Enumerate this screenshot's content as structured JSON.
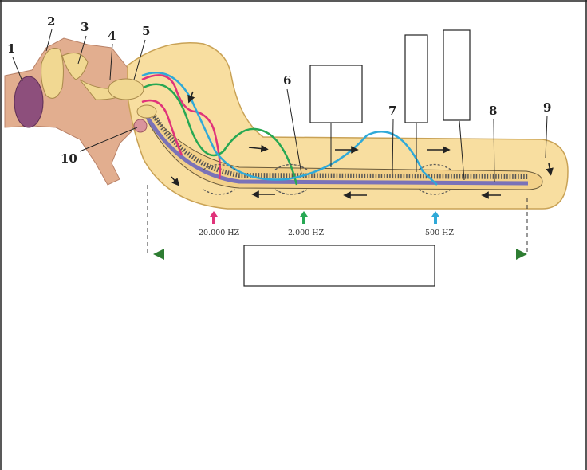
{
  "labels": {
    "n1": "1",
    "n2": "2",
    "n3": "3",
    "n4": "4",
    "n5": "5",
    "n6": "6",
    "n7": "7",
    "n8": "8",
    "n9": "9",
    "n10": "10"
  },
  "frequencies": {
    "high": {
      "text": "20.000 HZ",
      "color": "#e0337a"
    },
    "mid": {
      "text": "2.000 HZ",
      "color": "#27a853"
    },
    "low": {
      "text": "500 HZ",
      "color": "#2fa9d8"
    }
  },
  "colors": {
    "cochlea_fill": "#f8dea0",
    "cochlea_stroke": "#c9a255",
    "ear_canal": "#e2ae8f",
    "ossicles": "#f1d892",
    "eardrum": "#8d4f7c",
    "basilar_membrane": "#7a72b8",
    "arrow_left_start": "#2e7d32",
    "arrow_right_end": "#2e7d32",
    "arrow_inner": "#d04a3a"
  },
  "answer_boxes": [
    "",
    "",
    "",
    ""
  ]
}
